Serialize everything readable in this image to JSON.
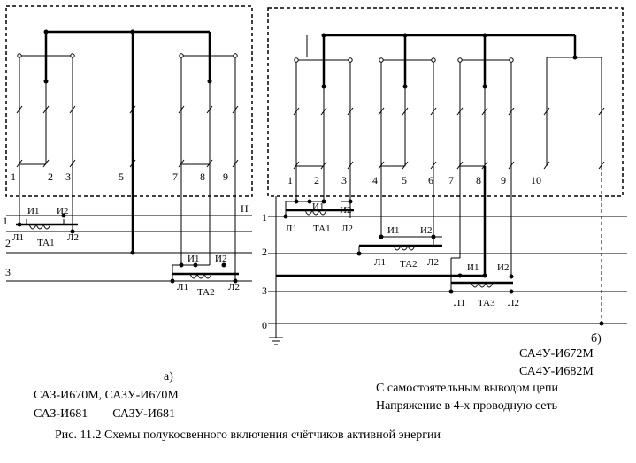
{
  "terminals_a": [
    "1",
    "2",
    "3",
    "5",
    "7",
    "8",
    "9"
  ],
  "terminals_b": [
    "1",
    "2",
    "3",
    "4",
    "5",
    "6",
    "7",
    "8",
    "9",
    "10"
  ],
  "lines_a": [
    "1",
    "2",
    "3"
  ],
  "neutral_a": "Н",
  "lines_b": [
    "1",
    "2",
    "3",
    "0"
  ],
  "ct_a": {
    "ta1": {
      "i1": "И1",
      "i2": "И2",
      "l1": "Л1",
      "l2": "Л2",
      "name": "ТА1"
    },
    "ta2": {
      "i1": "И1",
      "i2": "И2",
      "l1": "Л1",
      "l2": "Л2",
      "name": "ТА2"
    }
  },
  "ct_b": {
    "ta1": {
      "i1": "И1",
      "i2": "И2",
      "l1": "Л1",
      "l2": "Л2",
      "name": "ТА1"
    },
    "ta2": {
      "i1": "И1",
      "i2": "И2",
      "l1": "Л1",
      "l2": "Л2",
      "name": "ТА2"
    },
    "ta3": {
      "i1": "И1",
      "i2": "И2",
      "l1": "Л1",
      "l2": "Л2",
      "name": "ТА3"
    }
  },
  "label_a": "а)",
  "label_b": "б)",
  "meters_a": [
    "САЗ-И670М, САЗУ-И670М",
    "САЗ-И681        САЗУ-И681"
  ],
  "meters_b": [
    "СА4У-И672М",
    "СА4У-И682М"
  ],
  "notes_b": [
    "С самостоятельным выводом цепи",
    "Напряжение в 4-х проводную сеть"
  ],
  "caption": "Рис. 11.2 Схемы полукосвенного включения счётчиков активной энергии"
}
